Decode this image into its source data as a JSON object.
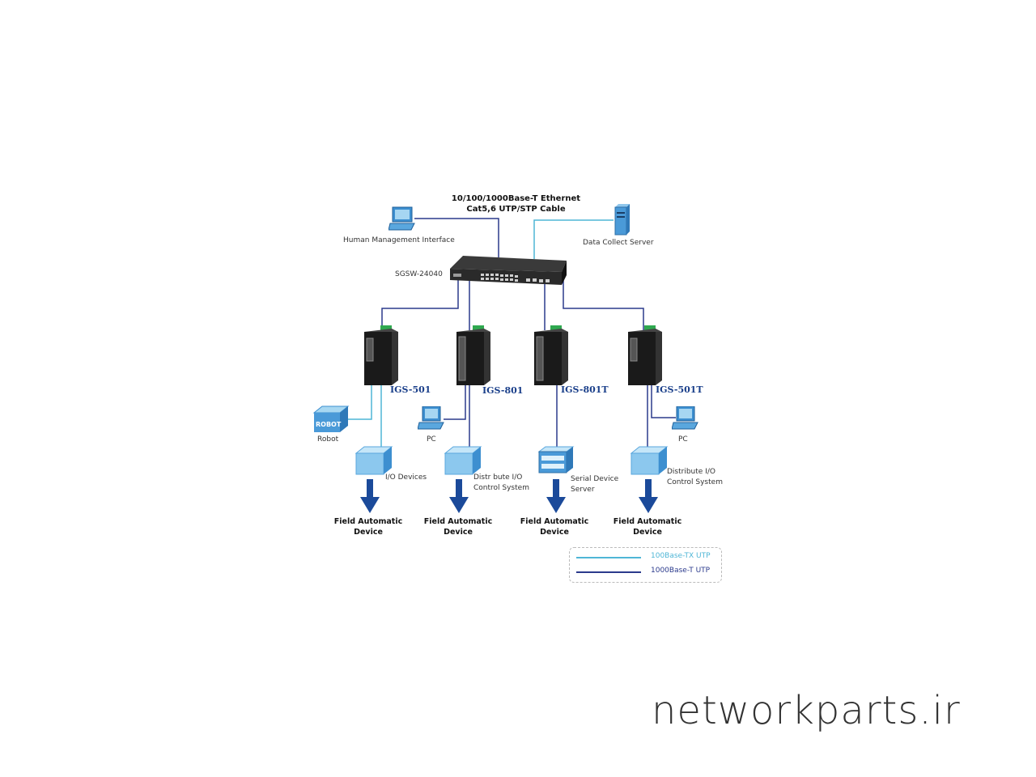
{
  "colors": {
    "fast_ethernet": "#4fb6d6",
    "gigabit": "#2b3a8c",
    "model_label": "#1a3f8a",
    "arrow": "#1b4a9a"
  },
  "header": {
    "line1": "10/100/1000Base-T Ethernet",
    "line2": "Cat5,6 UTP/STP Cable"
  },
  "core": {
    "switch_model": "SGSW-24040",
    "hmi_label": "Human Management Interface",
    "server_label": "Data Collect Server"
  },
  "branches": [
    {
      "model": "IGS-501",
      "side_device": "Robot",
      "bottom_device_line1": "I/O Devices",
      "bottom_device_line2": "",
      "field_line1": "Field Automatic",
      "field_line2": "Device"
    },
    {
      "model": "IGS-801",
      "side_device": "PC",
      "bottom_device_line1": "Distr bute I/O",
      "bottom_device_line2": "Control System",
      "field_line1": "Field Automatic",
      "field_line2": "Device"
    },
    {
      "model": "IGS-801T",
      "side_device": "",
      "bottom_device_line1": "Serial Device",
      "bottom_device_line2": "Server",
      "field_line1": "Field Automatic",
      "field_line2": "Device"
    },
    {
      "model": "IGS-501T",
      "side_device": "PC",
      "bottom_device_line1": "Distribute I/O",
      "bottom_device_line2": "Control System",
      "field_line1": "Field Automatic",
      "field_line2": "Device"
    }
  ],
  "legend": {
    "items": [
      {
        "label": "100Base-TX UTP"
      },
      {
        "label": "1000Base-T UTP"
      }
    ]
  },
  "watermark": "networkparts.ir"
}
